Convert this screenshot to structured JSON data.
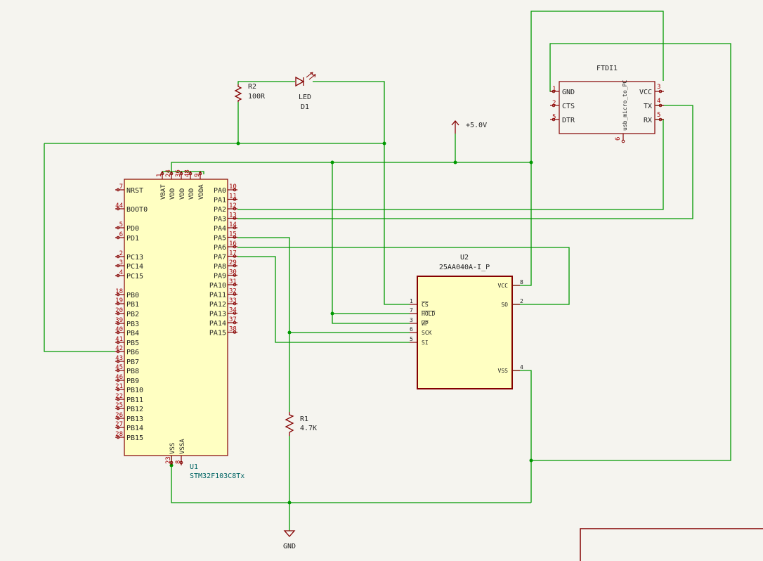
{
  "colors": {
    "background": "#f5f4ef",
    "wire": "#009900",
    "body_stroke": "#840000",
    "body_fill": "#ffffc2",
    "pin": "#840000",
    "pin_text": "#a00000",
    "label": "#006464",
    "text": "#222222"
  },
  "u1": {
    "ref": "U1",
    "value": "STM32F103C8Tx",
    "top_pins": [
      {
        "num": "1",
        "name": "VBAT"
      },
      {
        "num": "24",
        "name": "VDD"
      },
      {
        "num": "36",
        "name": "VDD"
      },
      {
        "num": "48",
        "name": "VDD"
      },
      {
        "num": "9",
        "name": "VDDA"
      }
    ],
    "bottom_pins": [
      {
        "num": "23",
        "name": "VSS"
      },
      {
        "num": "8",
        "name": "VSSA"
      }
    ],
    "left_pins": [
      {
        "num": "7",
        "name": "NRST"
      },
      {
        "num": "44",
        "name": "BOOT0"
      },
      {
        "num": "5",
        "name": "PD0"
      },
      {
        "num": "6",
        "name": "PD1"
      },
      {
        "num": "2",
        "name": "PC13"
      },
      {
        "num": "3",
        "name": "PC14"
      },
      {
        "num": "4",
        "name": "PC15"
      },
      {
        "num": "18",
        "name": "PB0"
      },
      {
        "num": "19",
        "name": "PB1"
      },
      {
        "num": "20",
        "name": "PB2"
      },
      {
        "num": "39",
        "name": "PB3"
      },
      {
        "num": "40",
        "name": "PB4"
      },
      {
        "num": "41",
        "name": "PB5"
      },
      {
        "num": "42",
        "name": "PB6"
      },
      {
        "num": "43",
        "name": "PB7"
      },
      {
        "num": "45",
        "name": "PB8"
      },
      {
        "num": "46",
        "name": "PB9"
      },
      {
        "num": "21",
        "name": "PB10"
      },
      {
        "num": "22",
        "name": "PB11"
      },
      {
        "num": "25",
        "name": "PB12"
      },
      {
        "num": "26",
        "name": "PB13"
      },
      {
        "num": "27",
        "name": "PB14"
      },
      {
        "num": "28",
        "name": "PB15"
      }
    ],
    "right_pins": [
      {
        "num": "10",
        "name": "PA0"
      },
      {
        "num": "11",
        "name": "PA1"
      },
      {
        "num": "12",
        "name": "PA2"
      },
      {
        "num": "13",
        "name": "PA3"
      },
      {
        "num": "14",
        "name": "PA4"
      },
      {
        "num": "15",
        "name": "PA5"
      },
      {
        "num": "16",
        "name": "PA6"
      },
      {
        "num": "17",
        "name": "PA7"
      },
      {
        "num": "29",
        "name": "PA8"
      },
      {
        "num": "30",
        "name": "PA9"
      },
      {
        "num": "31",
        "name": "PA10"
      },
      {
        "num": "32",
        "name": "PA11"
      },
      {
        "num": "33",
        "name": "PA12"
      },
      {
        "num": "34",
        "name": "PA13"
      },
      {
        "num": "37",
        "name": "PA14"
      },
      {
        "num": "38",
        "name": "PA15"
      }
    ]
  },
  "u2": {
    "ref": "U2",
    "value": "25AA040A-I_P",
    "left_pins": [
      {
        "num": "1",
        "name": "CS"
      },
      {
        "num": "7",
        "name": "HOLD"
      },
      {
        "num": "3",
        "name": "WP"
      },
      {
        "num": "6",
        "name": "SCK"
      },
      {
        "num": "5",
        "name": "SI"
      }
    ],
    "right_pins": [
      {
        "num": "8",
        "name": "VCC"
      },
      {
        "num": "2",
        "name": "SO"
      },
      {
        "num": "4",
        "name": "VSS"
      }
    ]
  },
  "ftdi": {
    "ref": "FTDI1",
    "value": "usb_micro_to_PC",
    "left_pins": [
      {
        "num": "1",
        "name": "GND"
      },
      {
        "num": "2",
        "name": "CTS"
      },
      {
        "num": "5",
        "name": "DTR"
      }
    ],
    "right_pins": [
      {
        "num": "3",
        "name": "VCC"
      },
      {
        "num": "4",
        "name": "TX"
      },
      {
        "num": "5",
        "name": "RX"
      }
    ],
    "bottom_pin": {
      "num": "6"
    }
  },
  "r1": {
    "ref": "R1",
    "value": "4.7K"
  },
  "r2": {
    "ref": "R2",
    "value": "100R"
  },
  "d1": {
    "ref": "D1",
    "value": "LED"
  },
  "power": {
    "vcc_label": "+5.0V",
    "gnd_label": "GND"
  }
}
